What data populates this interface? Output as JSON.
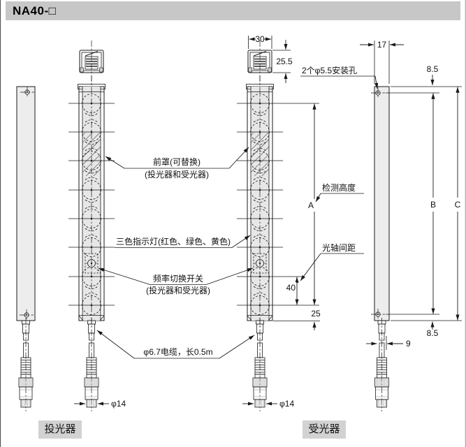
{
  "title": "NA40-□",
  "captions": {
    "emitter": "投光器",
    "receiver": "受光器"
  },
  "annotations": {
    "front_cover": {
      "line1": "前罩(可替换)",
      "line2": "(投光器和受光器)"
    },
    "indicator": "三色指示灯(红色、绿色、黄色)",
    "freq_switch": {
      "line1": "频率切换开关",
      "line2": "(投光器和受光器)"
    },
    "cable": "φ6.7电缆，长0.5m",
    "mounting_holes": "2个φ5.5安装孔",
    "detection_height": "检测高度",
    "beam_pitch": "光轴间距"
  },
  "dimensions": {
    "top_width": "30",
    "top_depth": "25.5",
    "side_width": "17",
    "hole_top_offset": "8.5",
    "hole_bottom_offset": "8.5",
    "beam_pitch_value": "40",
    "last_beam_to_edge": "25",
    "cable_width_side": "9",
    "connector_dia_emitter": "φ14",
    "connector_dia_receiver": "φ14",
    "detection_height_sym": "A",
    "hole_pitch_sym": "B",
    "total_length_sym": "C"
  },
  "colors": {
    "title_bar": "#c7c7c7",
    "caption_bg": "#d2d2d2",
    "body_fill": "#ededed",
    "line": "#1a1a1a"
  }
}
